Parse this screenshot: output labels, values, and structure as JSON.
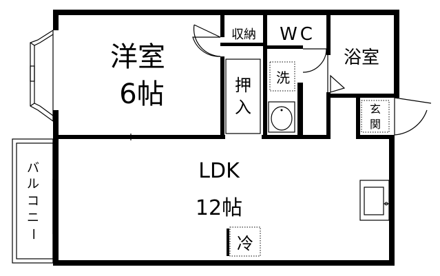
{
  "rooms": {
    "western_room": {
      "name": "洋室",
      "size": "6帖"
    },
    "ldk": {
      "name": "LDK",
      "size": "12帖"
    },
    "storage": "収納",
    "wc": "WC",
    "bathroom": "浴室",
    "closet_top": "押",
    "closet_bottom": "入",
    "washer": "洗",
    "entrance_top": "玄",
    "entrance_bottom": "関",
    "balcony_chars": [
      "バ",
      "ル",
      "コ",
      "ニ",
      "ー"
    ],
    "refrigerator": "冷"
  }
}
